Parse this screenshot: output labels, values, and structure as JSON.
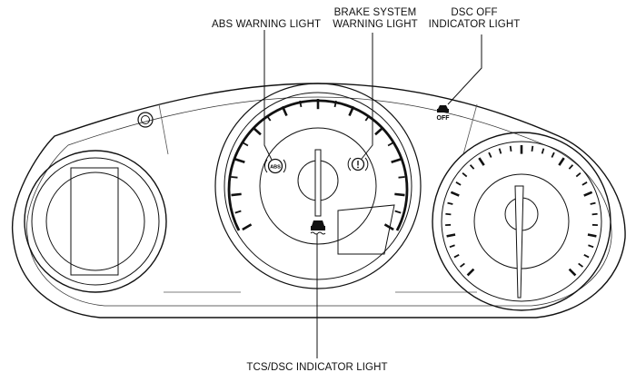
{
  "labels": {
    "abs": [
      "ABS WARNING LIGHT"
    ],
    "brake": [
      "BRAKE SYSTEM",
      "WARNING LIGHT"
    ],
    "dsc_off": [
      "DSC OFF",
      "INDICATOR LIGHT"
    ],
    "tcs_dsc": [
      "TCS/DSC INDICATOR LIGHT"
    ]
  },
  "icons": {
    "abs": "abs-warning-icon",
    "brake": "brake-warning-icon",
    "dsc_off": "dsc-off-icon",
    "tcs_dsc": "tcs-dsc-icon",
    "dsc_off_text": "OFF",
    "abs_text": "ABS"
  }
}
